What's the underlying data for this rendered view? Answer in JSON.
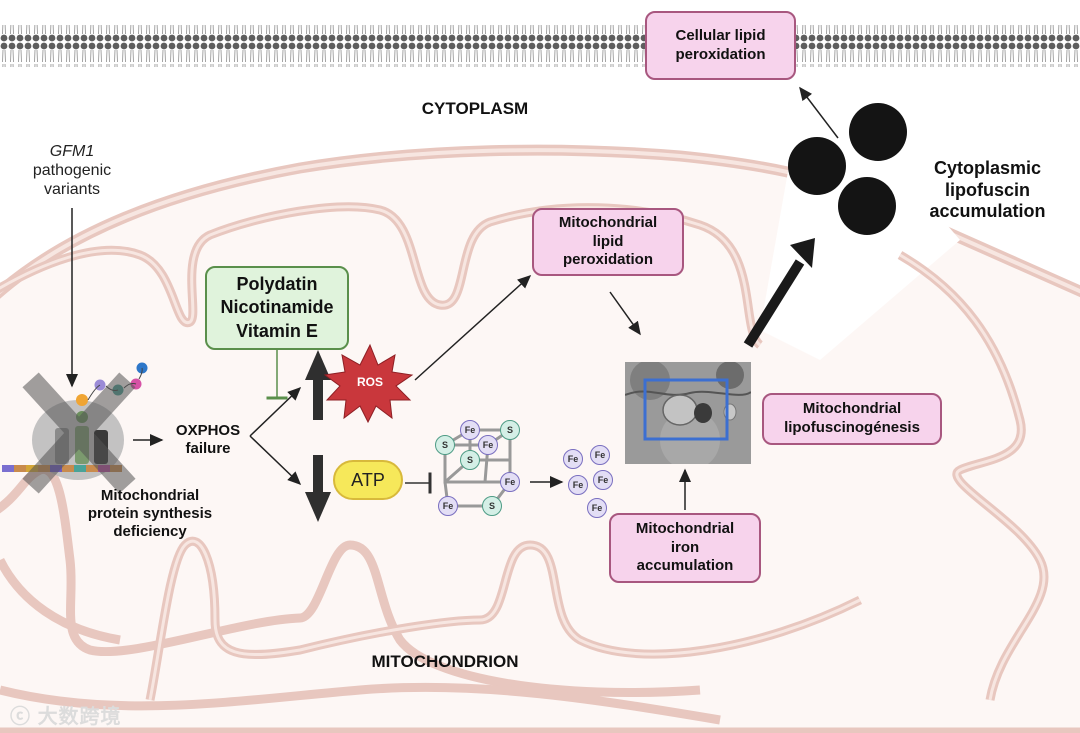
{
  "regions": {
    "cytoplasm": "CYTOPLASM",
    "mitochondrion": "MITOCHONDRION"
  },
  "gene": {
    "name": "GFM1",
    "line1": "pathogenic",
    "line2": "variants"
  },
  "ribosome_caption": {
    "line1": "Mitochondrial",
    "line2": "protein synthesis",
    "line3": "deficiency"
  },
  "oxphos": {
    "line1": "OXPHOS",
    "line2": "failure"
  },
  "treatment_box": {
    "line1": "Polydatin",
    "line2": "Nicotinamide",
    "line3": "Vitamin E"
  },
  "ros_label": "ROS",
  "atp_label": "ATP",
  "fes_cluster": {
    "nodes": [
      "Fe",
      "S",
      "S",
      "Fe",
      "S",
      "Fe",
      "Fe",
      "S"
    ]
  },
  "free_iron": [
    "Fe",
    "Fe",
    "Fe",
    "Fe",
    "Fe"
  ],
  "boxes": {
    "mito_lipid_perox": {
      "line1": "Mitochondrial",
      "line2": "lipid",
      "line3": "peroxidation"
    },
    "mito_lipofuscinogenesis": {
      "line1": "Mitochondrial",
      "line2": "lipofuscinogénesis"
    },
    "mito_iron_accum": {
      "line1": "Mitochondrial",
      "line2": "iron",
      "line3": "accumulation"
    },
    "cellular_lipid_perox": {
      "line1": "Cellular lipid",
      "line2": "peroxidation"
    }
  },
  "cytoplasmic_lipofuscin": {
    "line1": "Cytoplasmic",
    "line2": "lipofuscin",
    "line3": "accumulation"
  },
  "watermark": "大数跨境",
  "colors": {
    "pink_fill": "#f7d3ec",
    "pink_border": "#a8577f",
    "green_fill": "#e0f3dc",
    "green_border": "#5a8f4b",
    "ros_red": "#c9373c",
    "atp_yellow": "#f6e85a",
    "membrane": "#e8c7bf",
    "fe_fill": "#e3def5",
    "s_fill": "#d4efe6",
    "em_box_blue": "#3c6fd1"
  }
}
